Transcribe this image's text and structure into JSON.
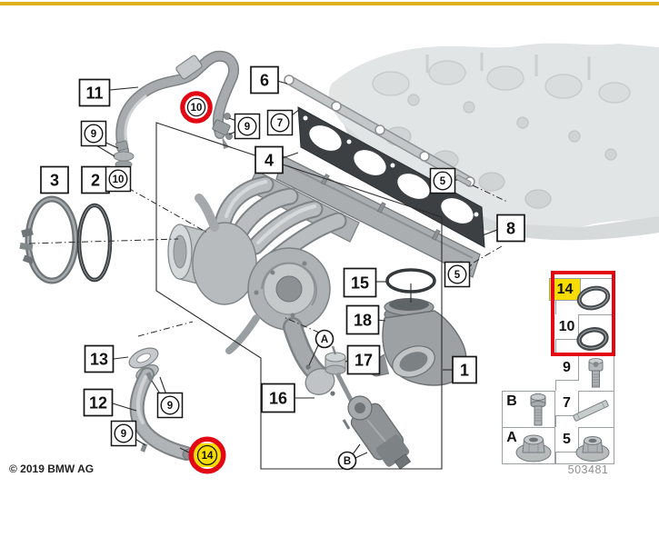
{
  "page": {
    "accent_bar_color": "#DFB11F",
    "highlight_red": "#E30613",
    "highlight_yellow": "#F7DC00",
    "copyright": "© 2019 BMW AG"
  },
  "diagram": {
    "callouts": {
      "c1": {
        "label": "1"
      },
      "c2": {
        "label": "2"
      },
      "c3": {
        "label": "3"
      },
      "c4": {
        "label": "4"
      },
      "c5a": {
        "label": "5"
      },
      "c5b": {
        "label": "5"
      },
      "c6": {
        "label": "6"
      },
      "c7": {
        "label": "7"
      },
      "c8": {
        "label": "8"
      },
      "c9a": {
        "label": "9"
      },
      "c9b": {
        "label": "9"
      },
      "c9c": {
        "label": "9"
      },
      "c9d": {
        "label": "9"
      },
      "c10_boxed": {
        "label": "10"
      },
      "c10_highlighted": {
        "label": "10"
      },
      "c11": {
        "label": "11"
      },
      "c12": {
        "label": "12"
      },
      "c13": {
        "label": "13"
      },
      "c14_highlighted": {
        "label": "14"
      },
      "c15": {
        "label": "15"
      },
      "c16": {
        "label": "16"
      },
      "c17": {
        "label": "17"
      },
      "c18": {
        "label": "18"
      },
      "cA": {
        "label": "A"
      },
      "cB": {
        "label": "B"
      }
    }
  },
  "legend": {
    "code": "503481",
    "left_rows": [
      {
        "label": "B",
        "part": "hex-bolt"
      },
      {
        "label": "A",
        "part": "flange-nut"
      }
    ],
    "right_rows": [
      {
        "label": "14",
        "part": "o-ring",
        "highlighted": true
      },
      {
        "label": "10",
        "part": "o-ring"
      },
      {
        "label": "9",
        "part": "socket-head-bolt"
      },
      {
        "label": "7",
        "part": "dowel-pin"
      },
      {
        "label": "5",
        "part": "flange-nut"
      }
    ]
  }
}
